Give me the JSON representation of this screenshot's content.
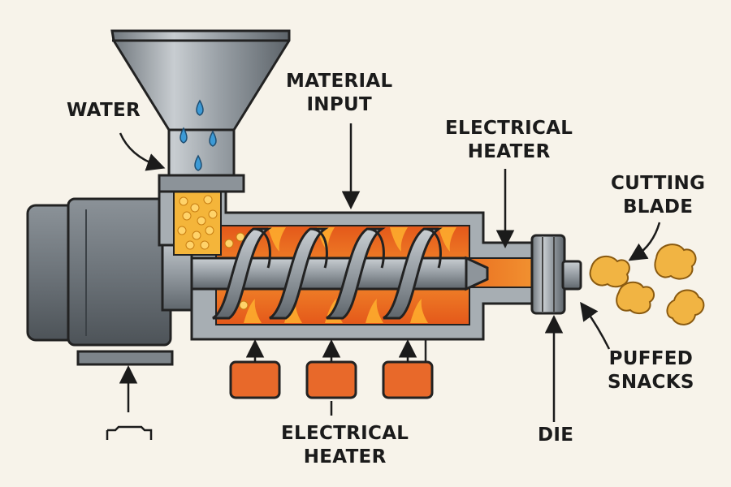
{
  "labels": {
    "water": "WATER",
    "material_input": [
      "MATERIAL",
      "INPUT"
    ],
    "electrical_heater_top": [
      "ELECTRICAL",
      "HEATER"
    ],
    "cutting_blade": [
      "CUTTING",
      "BLADE"
    ],
    "puffed_snacks": [
      "PUFFED",
      "SNACKS"
    ],
    "die": "DIE",
    "electrical_heater_bottom": [
      "ELECTRICAL",
      "HEATER"
    ]
  },
  "colors": {
    "background": "#f7f3ea",
    "metal": "#8c9399",
    "metal_dark": "#5d646a",
    "motor": "#6b7279",
    "barrel_fire": "#e8621c",
    "melt": "#f08a2a",
    "granules": "#f4b53a",
    "heater_block": "#e8692a",
    "water_drop": "#3c9ad6",
    "snack": "#f1b443",
    "outline": "#222222"
  },
  "icons": [
    "water-drop-icon",
    "screw-icon",
    "flame-icon",
    "snack-icon",
    "arrow-icon"
  ]
}
